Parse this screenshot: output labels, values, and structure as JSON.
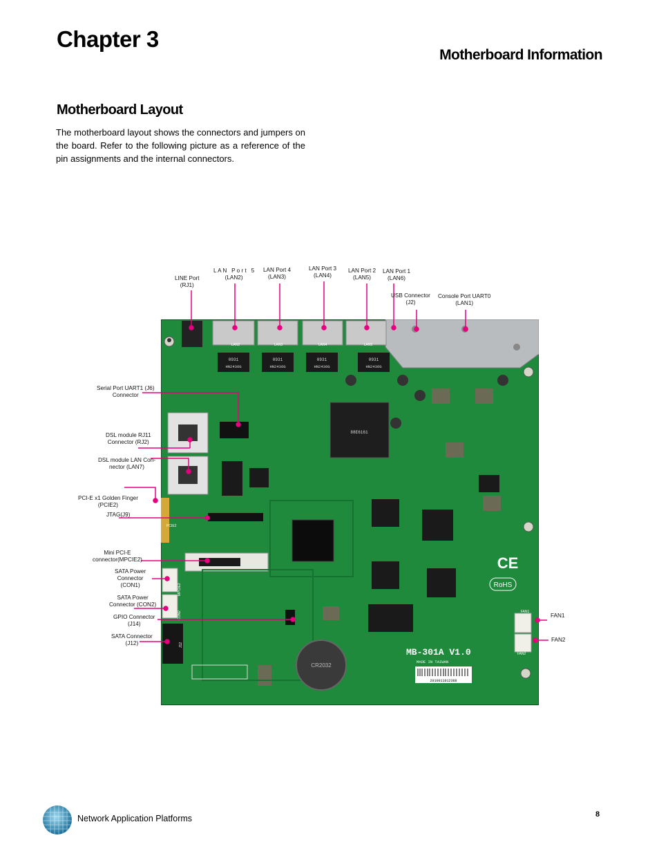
{
  "header": {
    "chapter": "Chapter 3",
    "section": "Motherboard Information"
  },
  "content": {
    "subheading": "Motherboard Layout",
    "intro": "The motherboard layout shows the connectors and jumpers on the board. Refer to the following picture as a reference of the pin assignments and the internal connectors."
  },
  "labels": {
    "line_port": [
      "LINE Port",
      "(RJ1)"
    ],
    "lan_port5": [
      "L A N   P o r t   5",
      "(LAN2)"
    ],
    "lan_port4": [
      "LAN Port 4",
      "(LAN3)"
    ],
    "lan_port3": [
      "LAN Port 3",
      "(LAN4)"
    ],
    "lan_port2": [
      "LAN Port 2",
      "(LAN5)"
    ],
    "lan_port1": [
      "LAN Port 1",
      "(LAN6)"
    ],
    "usb_connector": [
      "USB Connector",
      "(J2)"
    ],
    "console_port": [
      "Console Port UART0",
      "(LAN1)"
    ],
    "serial_port": [
      "Serial Port UART1 (J6)",
      "Connector"
    ],
    "dsl_rj11": [
      "DSL module RJ11",
      "Connector (RJ2)"
    ],
    "dsl_lan": [
      "DSL module LAN Con-",
      "nector (LAN7)"
    ],
    "pcie_finger": [
      "PCI-E x1 Golden Finger",
      "(PCIE2)"
    ],
    "jtag": [
      "JTAG(J9)"
    ],
    "mini_pcie": [
      "Mini PCI-E",
      "connector(MPCIE2)"
    ],
    "sata_power1": [
      "SATA Power",
      "Connector",
      "(CON1)"
    ],
    "sata_power2": [
      "SATA Power",
      "Connector (CON2)"
    ],
    "gpio": [
      "GPIO Connector",
      "(J14)"
    ],
    "sata_conn": [
      "SATA Connector",
      "(J12)"
    ],
    "fan1": [
      "FAN1"
    ],
    "fan2": [
      "FAN2"
    ]
  },
  "board_markings": {
    "model": "MB-301A  V1.0",
    "made_in": "MADE IN TAIWAN",
    "serial": "2010011012388",
    "ce_mark": "CE",
    "rohs_mark": "RoHS",
    "magnetics": [
      "0931",
      "0931",
      "0931",
      "0931"
    ],
    "magnetics_part": "HN2436G",
    "lan_silk": [
      "LAN2",
      "LAN3",
      "LAN4",
      "LAN5"
    ],
    "pcie_silk": "PCIE2",
    "mpcie_silk": "MPCIE2",
    "con2_silk": "CON2",
    "j12_silk": "J12",
    "fan1_silk": "FAN1",
    "fan2_silk": "FAN2",
    "battery": "CR2032"
  },
  "colors": {
    "leader": "#e6007e",
    "board_green": "#1f8a3c",
    "board_dark": "#15662b"
  },
  "footer": {
    "text": "Network Application Platforms",
    "page": "8"
  }
}
